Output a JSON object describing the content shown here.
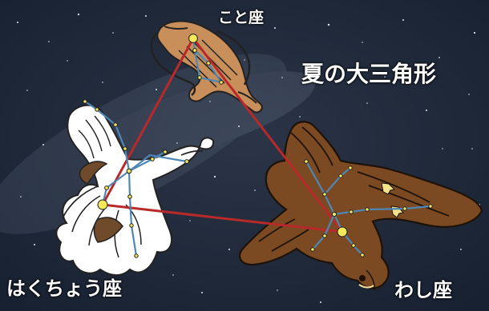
{
  "title": "夏の大三角形",
  "constellations": {
    "lyra": "こと座",
    "cygnus": "はくちょう座",
    "aquila": "わし座"
  },
  "colors": {
    "sky": "#1b2434",
    "triangle_line": "#b82a2a",
    "constellation_line": "#4f87b4",
    "star": "#f3e85a",
    "eagle": "#7b4a22",
    "lyre": "#c88f5a",
    "swan": "#ffffff",
    "label_text": "#ffffff"
  }
}
